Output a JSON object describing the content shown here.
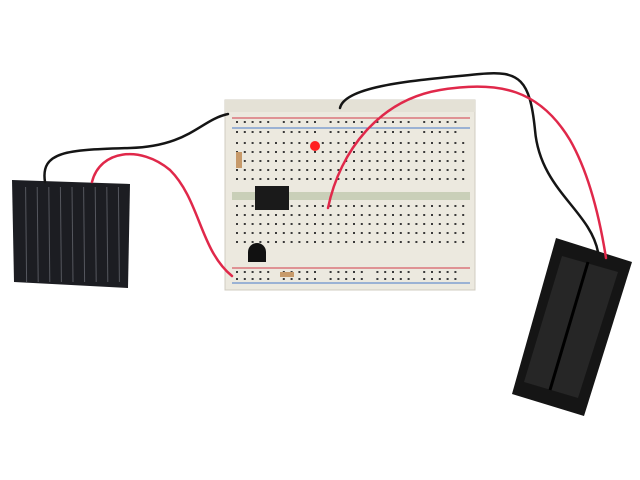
{
  "scene": {
    "background": "#ffffff",
    "objects": [
      "solar-panel",
      "breadboard",
      "battery-holder",
      "ic-chip",
      "red-led",
      "transistor",
      "resistors",
      "wires"
    ]
  },
  "colors": {
    "breadboard": "#ece9df",
    "breadboard_hole": "#3a3a3a",
    "rail_red": "#d23a4a",
    "rail_blue": "#4a7ac8",
    "solar_panel": "#1c1d22",
    "battery_holder": "#151515",
    "wire_red": "#e0284a",
    "wire_black": "#151515",
    "led": "#ff2020"
  }
}
